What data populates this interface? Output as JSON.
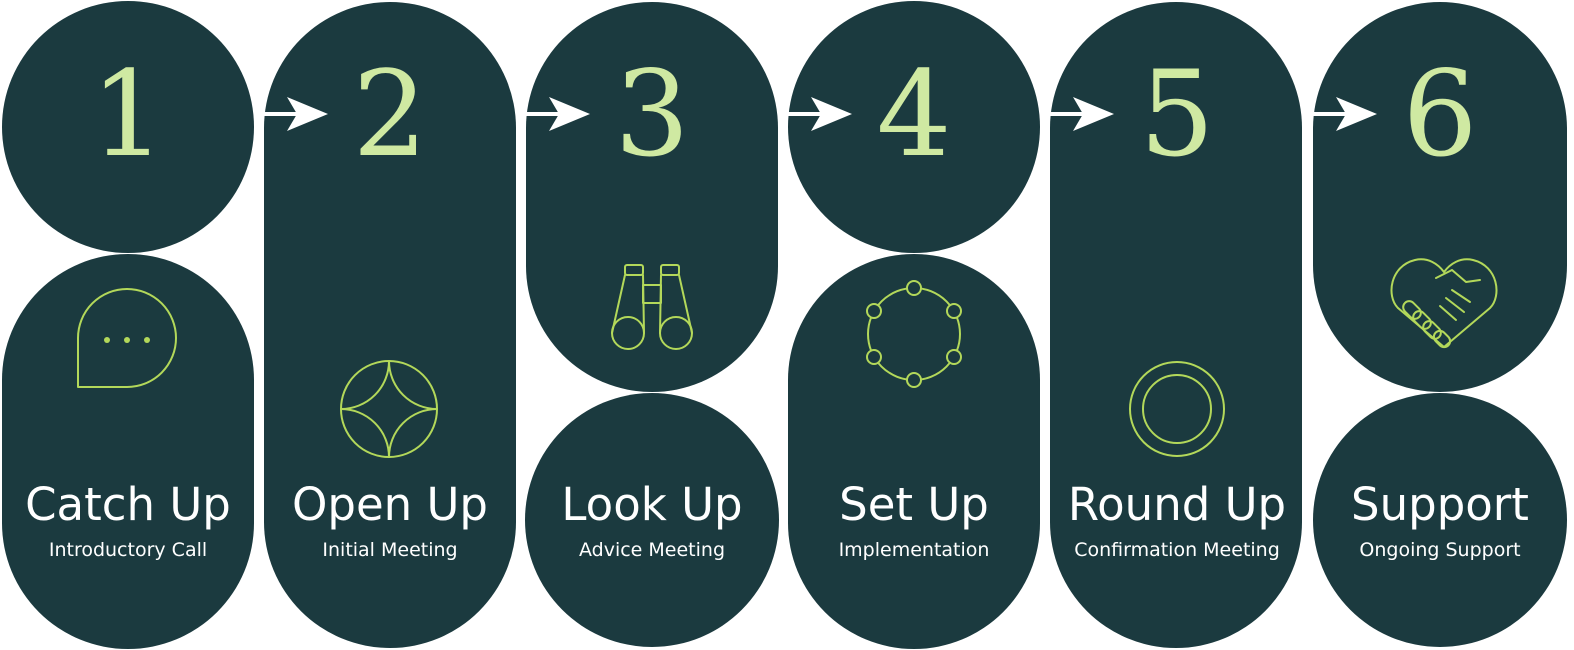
{
  "steps": [
    {
      "number": "1",
      "title": "Catch Up",
      "subtitle": "Introductory Call",
      "icon": "chat-bubble-icon"
    },
    {
      "number": "2",
      "title": "Open Up",
      "subtitle": "Initial Meeting",
      "icon": "four-point-star-icon"
    },
    {
      "number": "3",
      "title": "Look Up",
      "subtitle": "Advice Meeting",
      "icon": "binoculars-icon"
    },
    {
      "number": "4",
      "title": "Set Up",
      "subtitle": "Implementation",
      "icon": "node-circle-icon"
    },
    {
      "number": "5",
      "title": "Round Up",
      "subtitle": "Confirmation Meeting",
      "icon": "double-ring-icon"
    },
    {
      "number": "6",
      "title": "Support",
      "subtitle": "Ongoing Support",
      "icon": "handshake-heart-icon"
    }
  ],
  "colors": {
    "background": "#ffffff",
    "shape": "#1b3a3f",
    "number": "#cfe9a2",
    "icon": "#b3d85a",
    "text": "#ffffff",
    "arrow": "#ffffff"
  }
}
